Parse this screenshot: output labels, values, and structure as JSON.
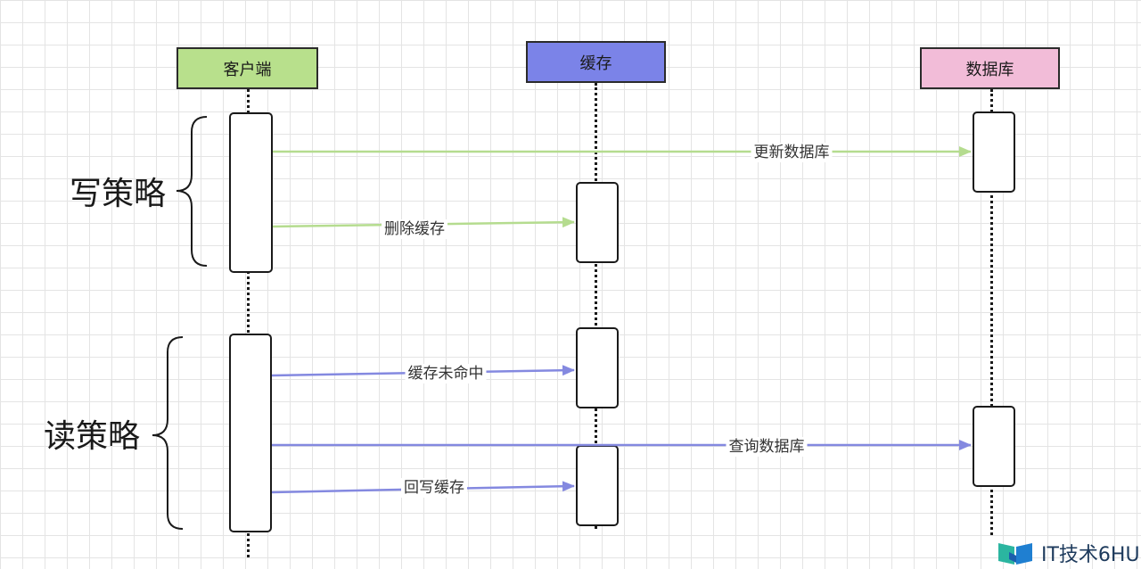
{
  "participants": {
    "client": {
      "label": "客户端",
      "fill": "#b8e08c"
    },
    "cache": {
      "label": "缓存",
      "fill": "#7b83e8"
    },
    "database": {
      "label": "数据库",
      "fill": "#f2bcd8"
    }
  },
  "sections": {
    "write": "写策略",
    "read": "读策略"
  },
  "messages": {
    "update_db": "更新数据库",
    "delete_cache": "删除缓存",
    "cache_miss": "缓存未命中",
    "query_db": "查询数据库",
    "write_back_cache": "回写缓存"
  },
  "colors": {
    "write_arrow": "#b5dc8f",
    "read_arrow": "#8489e0"
  },
  "watermark": {
    "text": "IT技术6HU",
    "icon": "book-logo-icon"
  }
}
